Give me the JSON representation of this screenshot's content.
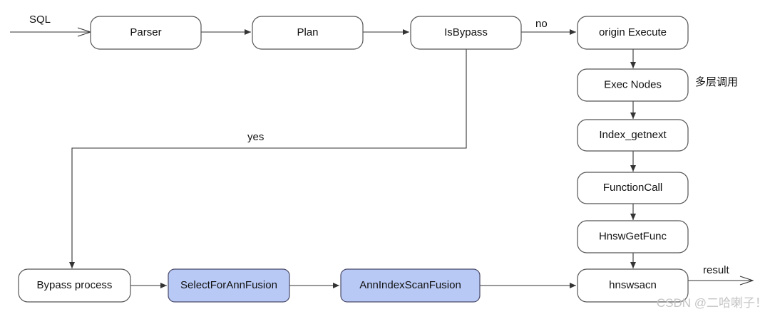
{
  "nodes": {
    "parser": "Parser",
    "plan": "Plan",
    "isbypass": "IsBypass",
    "origin_execute": "origin Execute",
    "exec_nodes": "Exec Nodes",
    "index_getnext": "Index_getnext",
    "functioncall": "FunctionCall",
    "hnswgetfunc": "HnswGetFunc",
    "hnswsacn": "hnswsacn",
    "bypass_process": "Bypass process",
    "selectforannfusion": "SelectForAnnFusion",
    "annindexscanfusion": "AnnIndexScanFusion"
  },
  "labels": {
    "sql": "SQL",
    "no": "no",
    "yes": "yes",
    "multi_layer_call": "多层调用",
    "result": "result"
  },
  "watermark": "CSDN @二哈喇子！",
  "colors": {
    "highlight_fill": "#b8c9f5",
    "node_stroke": "#555555"
  }
}
